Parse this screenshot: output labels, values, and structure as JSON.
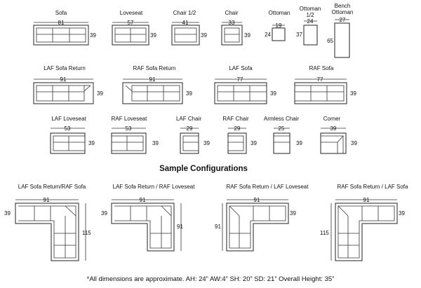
{
  "pieces": [
    {
      "key": "sofa",
      "label": [
        "Sofa"
      ],
      "width": "81",
      "depth": "39"
    },
    {
      "key": "loveseat",
      "label": [
        "Loveseat"
      ],
      "width": "57",
      "depth": "39"
    },
    {
      "key": "chair-half",
      "label": [
        "Chair 1/2"
      ],
      "width": "41",
      "depth": "39"
    },
    {
      "key": "chair",
      "label": [
        "Chair"
      ],
      "width": "33",
      "depth": "39"
    },
    {
      "key": "ottoman",
      "label": [
        "Ottoman"
      ],
      "width": "19",
      "depth": "24"
    },
    {
      "key": "ottoman-half",
      "label": [
        "Ottoman",
        "1/2"
      ],
      "width": "24",
      "depth": "37"
    },
    {
      "key": "bench-ottoman",
      "label": [
        "Bench",
        "Ottoman"
      ],
      "width": "27",
      "depth": "65"
    },
    {
      "key": "laf-sofa-return",
      "label": [
        "LAF Sofa Return"
      ],
      "width": "91",
      "depth": "39"
    },
    {
      "key": "raf-sofa-return",
      "label": [
        "RAF Sofa Return"
      ],
      "width": "91",
      "depth": "39"
    },
    {
      "key": "laf-sofa",
      "label": [
        "LAF Sofa"
      ],
      "width": "77",
      "depth": "39"
    },
    {
      "key": "raf-sofa",
      "label": [
        "RAF Sofa"
      ],
      "width": "77",
      "depth": "39"
    },
    {
      "key": "laf-loveseat",
      "label": [
        "LAF Loveseat"
      ],
      "width": "53",
      "depth": "39"
    },
    {
      "key": "raf-loveseat",
      "label": [
        "RAF Loveseat"
      ],
      "width": "53",
      "depth": "39"
    },
    {
      "key": "laf-chair",
      "label": [
        "LAF Chair"
      ],
      "width": "29",
      "depth": "39"
    },
    {
      "key": "raf-chair",
      "label": [
        "RAF Chair"
      ],
      "width": "29",
      "depth": "39"
    },
    {
      "key": "armless-chair",
      "label": [
        "Armless Chair"
      ],
      "width": "25",
      "depth": "39"
    },
    {
      "key": "corner",
      "label": [
        "Corner"
      ],
      "width": "39",
      "depth": "39"
    }
  ],
  "section_heading": "Sample Configurations",
  "configs": [
    {
      "key": "laf-return-raf-sofa",
      "label": "LAF Sofa Return/RAF Sofa",
      "width": "91",
      "depth": "39",
      "length": "115"
    },
    {
      "key": "laf-return-raf-loveseat",
      "label": "LAF Sofa Return / RAF Loveseat",
      "width": "91",
      "depth": "39",
      "length": "91"
    },
    {
      "key": "raf-return-laf-loveseat",
      "label": "RAF Sofa Return / LAF Loveseat",
      "width": "91",
      "depth": "39",
      "length": "91"
    },
    {
      "key": "raf-return-laf-sofa",
      "label": "RAF Sofa Return / LAF Sofa",
      "width": "91",
      "depth": "39",
      "length": "115"
    }
  ],
  "footnote": "*All dimensions are approximate. AH: 24” AW:4” SH: 20” SD: 21” Overall Height: 35”"
}
